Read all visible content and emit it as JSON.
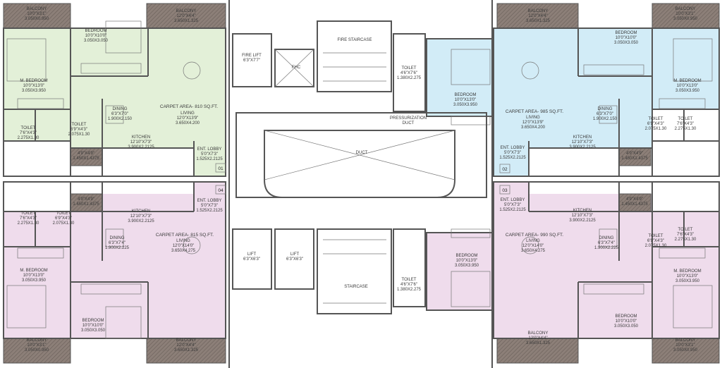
{
  "colors": {
    "unit_01": "#e3f0d8",
    "unit_02": "#d2ecf7",
    "unit_03": "#efdcec",
    "unit_04": "#efdcec",
    "balcony": "#8c7f78",
    "wall": "#555555"
  },
  "units": {
    "u01": {
      "number": "01",
      "carpet_area": "CARPET AREA- 810 SQ.FT.",
      "balcony_1": [
        "BALCONY",
        "10'0\"X3'1\"",
        "3.050X0.950"
      ],
      "balcony_2": [
        "BALCONY",
        "12'0\"X4'4\"",
        "3.650X1.325"
      ],
      "bedroom": [
        "BEDROOM",
        "10'0\"X10'0\"",
        "3.050X3.050"
      ],
      "m_bedroom": [
        "M. BEDROOM",
        "10'0\"X13'0\"",
        "3.050X3.950"
      ],
      "living": [
        "LIVING",
        "12'0\"X13'9\"",
        "3.650X4.200"
      ],
      "dining": [
        "DINING",
        "6'3\"X7'0\"",
        "1.900X2.150"
      ],
      "kitchen": [
        "KITCHEN",
        "12'10\"X7'3\"",
        "3.900X2.2125"
      ],
      "toilet_1": [
        "TOILET",
        "7'6\"X4'3\"",
        "2.275X1.30"
      ],
      "toilet_2": [
        "TOILET",
        "6'9\"X4'3\"",
        "2.075X1.30"
      ],
      "utility": [
        "4'9\"X4'9\"",
        "1.450X1.4375"
      ],
      "ent_lobby": [
        "ENT. LOBBY",
        "5'0\"X7'3\"",
        "1.525X2.2125"
      ]
    },
    "u02": {
      "number": "02",
      "carpet_area": "CARPET AREA- 985 SQ.FT.",
      "balcony_1": [
        "BALCONY",
        "12'0\"X4'4\"",
        "3.650X1.325"
      ],
      "balcony_2": [
        "BALCONY",
        "10'0\"X3'1\"",
        "3.050X0.950"
      ],
      "bedroom_a": [
        "BEDROOM",
        "10'0\"X13'0\"",
        "3.050X3.950"
      ],
      "bedroom_b": [
        "BEDROOM",
        "10'0\"X10'0\"",
        "3.050X3.050"
      ],
      "m_bedroom": [
        "M. BEDROOM",
        "10'0\"X13'0\"",
        "3.050X3.950"
      ],
      "living": [
        "LIVING",
        "12'0\"X13'9\"",
        "3.650X4.200"
      ],
      "dining": [
        "DINING",
        "6'3\"X7'0\"",
        "1.900X2.150"
      ],
      "kitchen": [
        "KITCHEN",
        "12'10\"X7'3\"",
        "3.900X2.2125"
      ],
      "toilet_a": [
        "TOILET",
        "4'6\"X7'6\"",
        "1.380X2.275"
      ],
      "toilet_1": [
        "TOILET",
        "6'9\"X4'3\"",
        "2.075X1.30"
      ],
      "toilet_2": [
        "TOILET",
        "7'6\"X4'3\"",
        "2.275X1.30"
      ],
      "utility": [
        "4'9\"X4'9\"",
        "1.450X1.4375"
      ],
      "ent_lobby": [
        "ENT. LOBBY",
        "5'0\"X7'3\"",
        "1.525X2.2125"
      ]
    },
    "u03": {
      "number": "03",
      "carpet_area": "CARPET AREA- 990 SQ.FT.",
      "balcony_1": [
        "BALCONY",
        "12'0\"X4'4\"",
        "3.650X1.325"
      ],
      "balcony_2": [
        "BALCONY",
        "10'0\"X3'1\"",
        "3.050X0.950"
      ],
      "bedroom_a": [
        "BEDROOM",
        "10'0\"X13'0\"",
        "3.050X3.950"
      ],
      "bedroom_b": [
        "BEDROOM",
        "10'0\"X10'0\"",
        "3.050X3.050"
      ],
      "m_bedroom": [
        "M. BEDROOM",
        "10'0\"X13'0\"",
        "3.050X3.950"
      ],
      "living": [
        "LIVING",
        "12'0\"X14'0\"",
        "3.650X4.275"
      ],
      "dining": [
        "DINING",
        "6'3\"X7'4\"",
        "1.900X2.225"
      ],
      "kitchen": [
        "KITCHEN",
        "12'10\"X7'3\"",
        "3.900X2.2125"
      ],
      "toilet_a": [
        "TOILET",
        "4'6\"X7'6\"",
        "1.380X2.275"
      ],
      "toilet_1": [
        "TOILET",
        "6'9\"X4'3\"",
        "2.075X1.30"
      ],
      "toilet_2": [
        "TOILET",
        "7'6\"X4'3\"",
        "2.275X1.30"
      ],
      "utility": [
        "4'9\"X4'9\"",
        "1.450X1.4375"
      ],
      "ent_lobby": [
        "ENT. LOBBY",
        "5'0\"X7'3\"",
        "1.525X2.2125"
      ]
    },
    "u04": {
      "number": "04",
      "carpet_area": "CARPET AREA- 815 SQ.FT.",
      "balcony_1": [
        "BALCONY",
        "10'0\"X3'1\"",
        "3.050X0.950"
      ],
      "balcony_2": [
        "BALCONY",
        "12'0\"X4'4\"",
        "3.650X1.325"
      ],
      "bedroom": [
        "BEDROOM",
        "10'0\"X10'0\"",
        "3.050X3.050"
      ],
      "m_bedroom": [
        "M. BEDROOM",
        "10'0\"X13'0\"",
        "3.050X3.950"
      ],
      "living": [
        "LIVING",
        "12'0\"X14'0\"",
        "3.650X4.275"
      ],
      "dining": [
        "DINING",
        "6'3\"X7'4\"",
        "1.900X2.225"
      ],
      "kitchen": [
        "KITCHEN",
        "12'10\"X7'3\"",
        "3.900X2.2125"
      ],
      "toilet_1": [
        "TOILET",
        "7'6\"X4'3\"",
        "2.275X1.30"
      ],
      "toilet_2": [
        "TOILET",
        "6'9\"X4'3\"",
        "2.075X1.30"
      ],
      "utility": [
        "4'9\"X4'9\"",
        "1.450X1.4375"
      ],
      "ent_lobby": [
        "ENT. LOBBY",
        "5'0\"X7'3\"",
        "1.525X2.2125"
      ]
    }
  },
  "core": {
    "fire_lift": [
      "FIRE LIFT",
      "6'3\"X7'7\""
    ],
    "fhc": "FHC",
    "fire_staircase": "FIRE STAIRCASE",
    "pressurization_duct": [
      "PRESSURIZATION",
      "DUCT"
    ],
    "duct": "DUCT",
    "lift_1": [
      "LIFT",
      "6'3\"X6'3\""
    ],
    "lift_2": [
      "LIFT",
      "6'3\"X6'3\""
    ],
    "staircase": "STAIRCASE"
  }
}
